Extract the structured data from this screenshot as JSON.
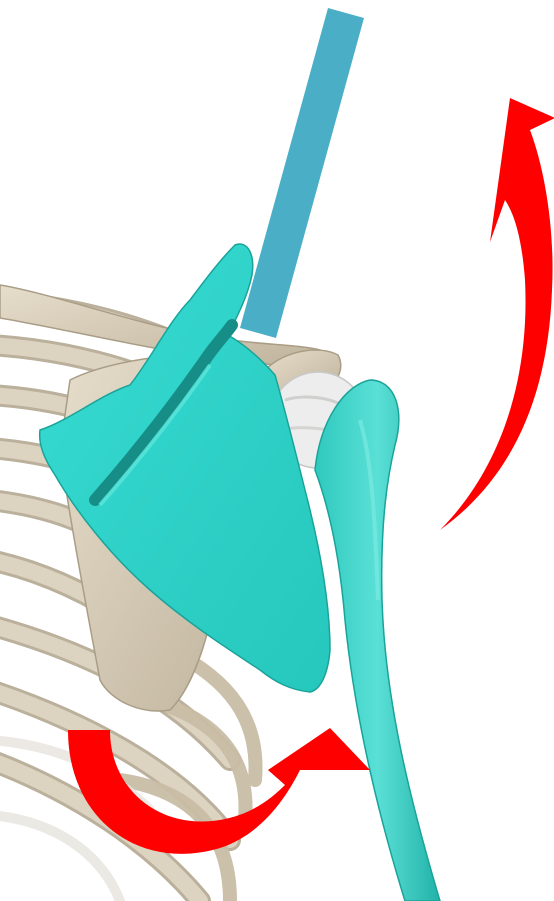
{
  "figure": {
    "subject": "shoulder-girdle-upward-rotation",
    "highlighted_bones": [
      "scapula",
      "humerus"
    ],
    "context_bones": [
      "ribs",
      "clavicle",
      "humeral-head"
    ],
    "arrows": [
      {
        "name": "arm-elevation-arrow",
        "direction": "upward"
      },
      {
        "name": "scapular-rotation-arrow",
        "direction": "rotate"
      }
    ]
  },
  "colors": {
    "background": "#ffffff",
    "highlight_bone": "#33d8cc",
    "highlight_bone_shade": "#1fb3aa",
    "bone": "#d9cfbc",
    "bone_shade": "#b8ac95",
    "cartilage": "#e9eaea",
    "marker": "#4aafc6",
    "arrow": "#ff0000"
  }
}
